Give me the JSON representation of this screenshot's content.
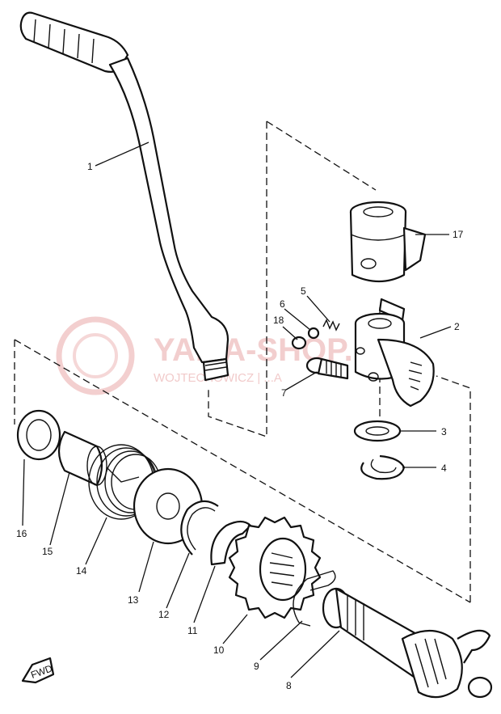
{
  "watermark": {
    "brand": "YAMA-SHOP.PL",
    "tagline": "WOJTECHOWICZ | ...A"
  },
  "fwd_label": "FWD",
  "callouts": [
    {
      "id": "1",
      "label": "1"
    },
    {
      "id": "2",
      "label": "2"
    },
    {
      "id": "3",
      "label": "3"
    },
    {
      "id": "4",
      "label": "4"
    },
    {
      "id": "5",
      "label": "5"
    },
    {
      "id": "6",
      "label": "6"
    },
    {
      "id": "7",
      "label": "7"
    },
    {
      "id": "8",
      "label": "8"
    },
    {
      "id": "9",
      "label": "9"
    },
    {
      "id": "10",
      "label": "10"
    },
    {
      "id": "11",
      "label": "11"
    },
    {
      "id": "12",
      "label": "12"
    },
    {
      "id": "13",
      "label": "13"
    },
    {
      "id": "14",
      "label": "14"
    },
    {
      "id": "15",
      "label": "15"
    },
    {
      "id": "16",
      "label": "16"
    },
    {
      "id": "17",
      "label": "17"
    },
    {
      "id": "18",
      "label": "18"
    }
  ]
}
